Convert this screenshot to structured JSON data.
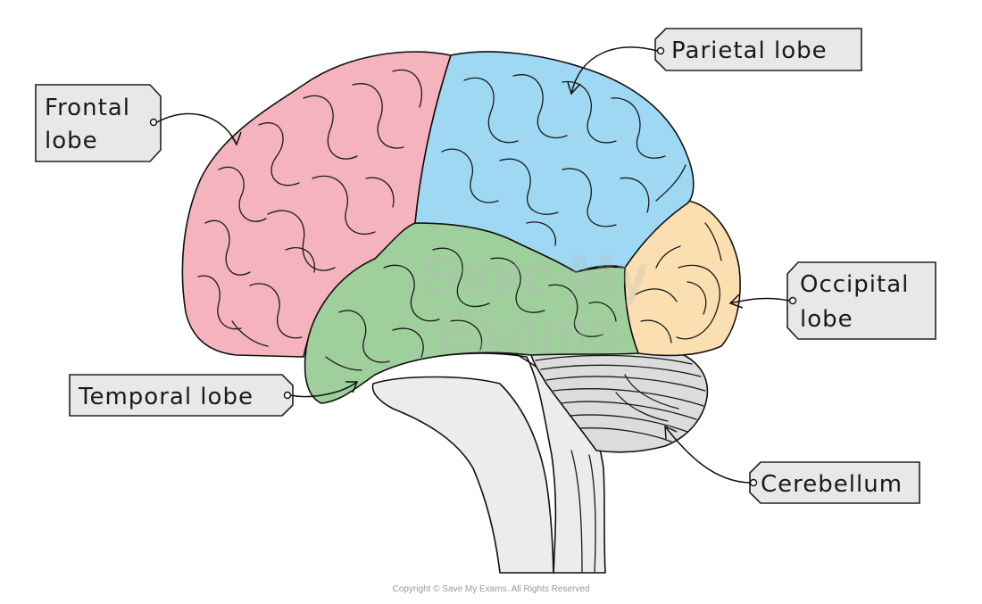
{
  "labels": {
    "frontal_line1": "Frontal",
    "frontal_line2": "lobe",
    "parietal": "Parietal lobe",
    "occipital_line1": "Occipital",
    "occipital_line2": "lobe",
    "temporal": "Temporal lobe",
    "cerebellum": "Cerebellum"
  },
  "watermark": {
    "line1": "Save My",
    "line2": "Exams"
  },
  "copyright": "Copyright © Save My Exams. All Rights Reserved",
  "colors": {
    "frontal": "#f4b3bd",
    "parietal": "#9fd8f2",
    "temporal": "#9fd09c",
    "occipital": "#fbdfb1",
    "cerebellum": "#dcdcdc",
    "brainstem": "#ececec",
    "tag_fill": "#e8e8e8"
  }
}
